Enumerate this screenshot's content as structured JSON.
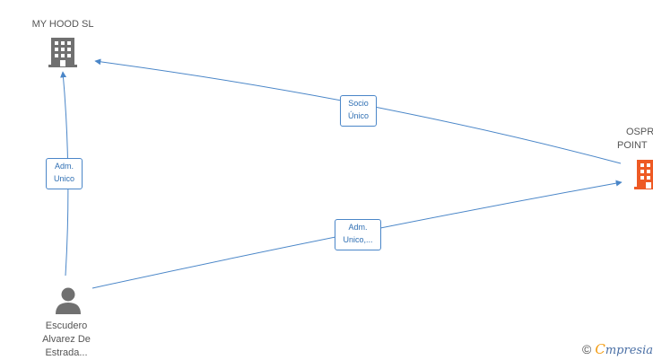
{
  "nodes": {
    "my_hood": {
      "label": "MY HOOD  SL",
      "icon": "building-icon",
      "color": "#707070"
    },
    "ospr": {
      "label_line1": "OSPR",
      "label_line2": "POINT",
      "icon": "building-icon",
      "color": "#ee5a24"
    },
    "person": {
      "label_line1": "Escudero",
      "label_line2": "Alvarez De",
      "label_line3": "Estrada...",
      "icon": "person-icon",
      "color": "#707070"
    }
  },
  "edges": {
    "socio": {
      "line1": "Socio",
      "line2": "Único"
    },
    "adm_unico": {
      "line1": "Adm.",
      "line2": "Unico"
    },
    "adm_unico_2": {
      "line1": "Adm.",
      "line2": "Unico,..."
    }
  },
  "watermark": {
    "copyright": "©",
    "brand_first": "C",
    "brand_rest": "mpresia"
  },
  "colors": {
    "edge": "#4a86c8",
    "edge_label_text": "#2f6fb3"
  }
}
